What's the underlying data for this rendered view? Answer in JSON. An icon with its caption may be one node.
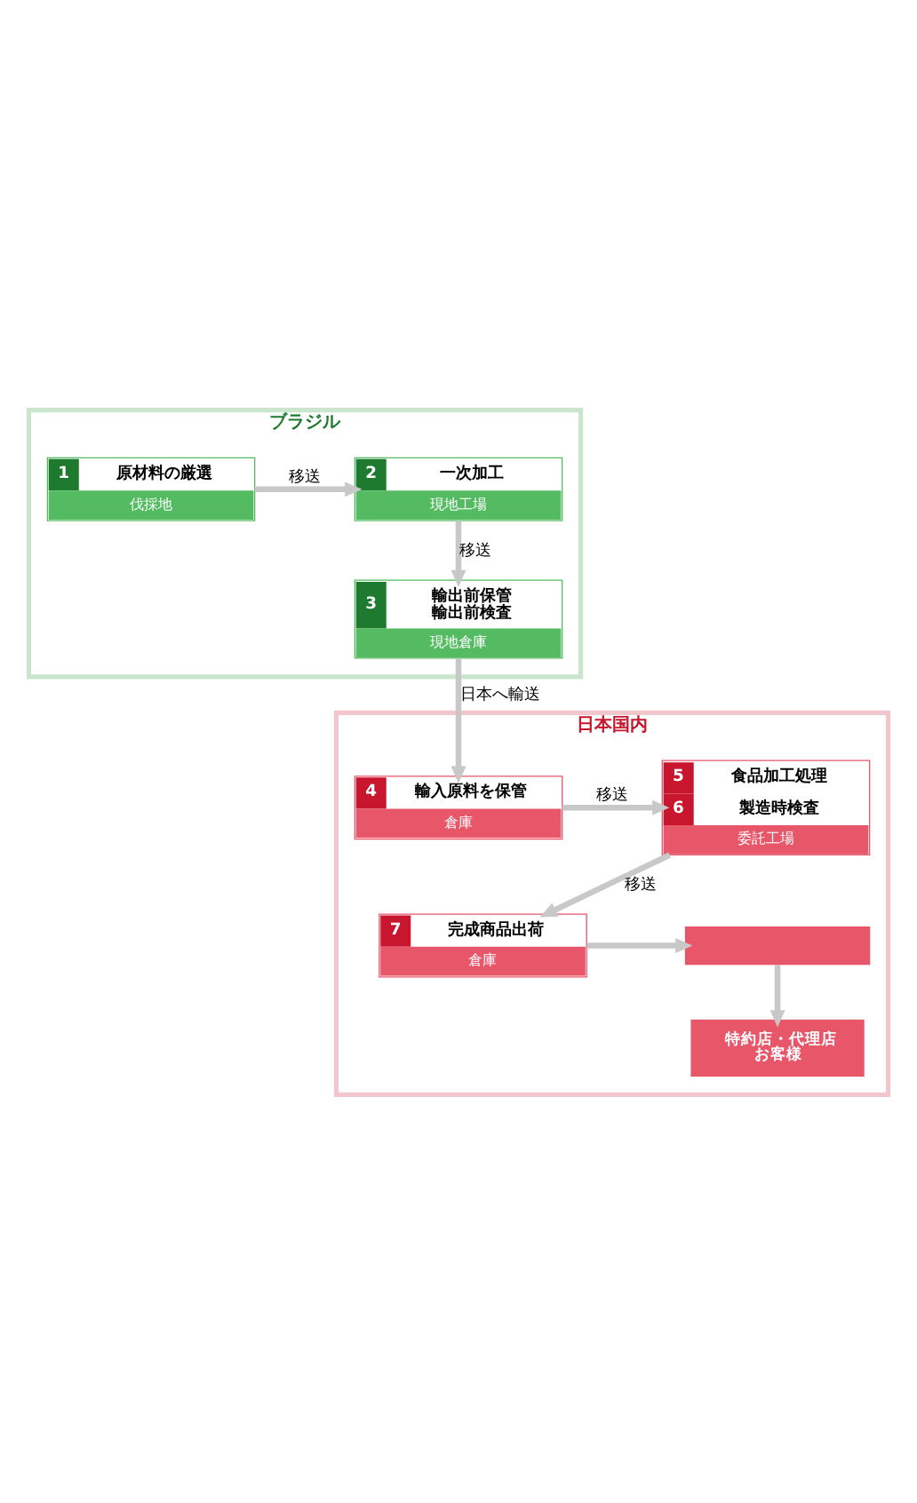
{
  "diagram": {
    "nodes": [
      {
        "text": [
          "ブラジル"
        ]
      },
      {
        "text": [
          "1",
          "原材料の厳選",
          "伐採地"
        ],
        "in": 0
      },
      {
        "text": [
          "2",
          "一次加工",
          "現地工場"
        ],
        "in": 0
      },
      {
        "text": [
          "3",
          "輸出前保管",
          "輸出前検査",
          "現地倉庫"
        ],
        "in": 0
      },
      {
        "text": [
          "日本国内"
        ]
      },
      {
        "text": [
          "4",
          "輸入原料を保管",
          "倉庫"
        ],
        "in": 4
      },
      {
        "text": [
          "5",
          "食品加工処理",
          "6",
          "製造時検査",
          "委託工場"
        ],
        "in": 4
      },
      {
        "text": [
          "7",
          "完成商品出荷",
          "倉庫"
        ],
        "in": 4
      },
      {
        "text": [],
        "shape": "box",
        "in": 4
      },
      {
        "text": [
          "特約店・代理店",
          "お客様"
        ],
        "in": 4
      }
    ],
    "edges": [
      {
        "from": 1,
        "to": 2,
        "arrow": "to",
        "label": "移送"
      },
      {
        "from": 2,
        "to": 3,
        "arrow": "to",
        "label": "移送"
      },
      {
        "from": 3,
        "to": 5,
        "arrow": "to",
        "label": "日本へ輸送"
      },
      {
        "from": 5,
        "to": 6,
        "arrow": "to",
        "label": "移送"
      },
      {
        "from": 6,
        "to": 7,
        "arrow": "to",
        "label": "移送"
      },
      {
        "from": 7,
        "to": 8,
        "arrow": "to"
      },
      {
        "from": 8,
        "to": 9,
        "arrow": "to"
      }
    ]
  }
}
